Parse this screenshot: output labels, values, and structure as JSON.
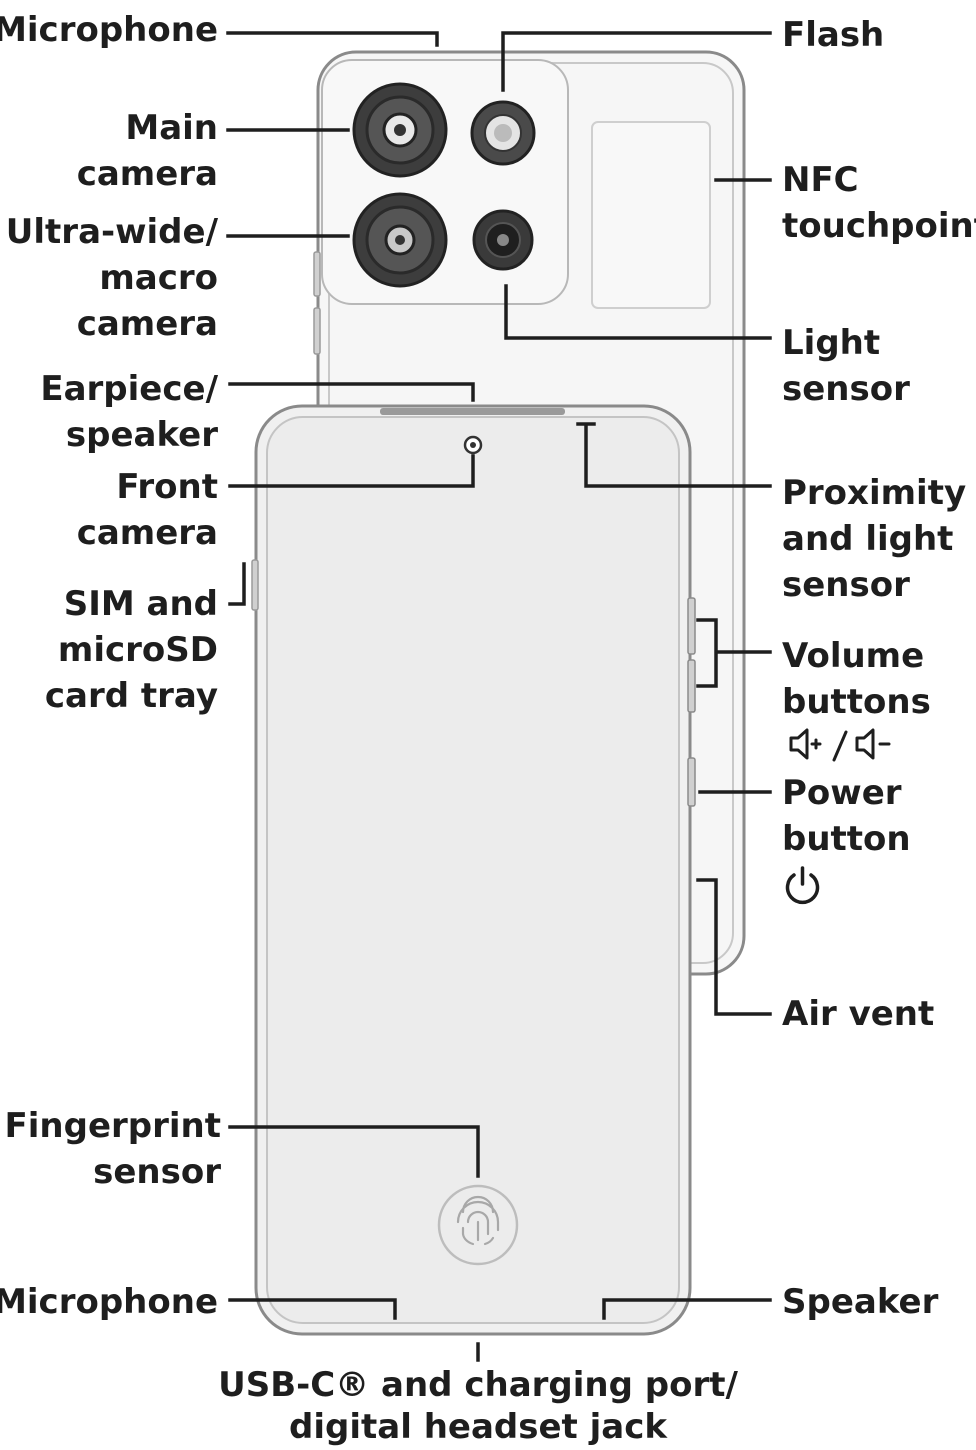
{
  "diagram": {
    "labels": {
      "microphone_top": [
        "Microphone"
      ],
      "main_camera": [
        "Main",
        "camera"
      ],
      "ultra_wide_camera": [
        "Ultra-wide/",
        "macro",
        "camera"
      ],
      "earpiece_speaker": [
        "Earpiece/",
        "speaker"
      ],
      "front_camera": [
        "Front",
        "camera"
      ],
      "sim_tray": [
        "SIM and",
        "microSD",
        "card tray"
      ],
      "fingerprint_sensor": [
        "Fingerprint",
        "sensor"
      ],
      "microphone_bottom": [
        "Microphone"
      ],
      "flash": [
        "Flash"
      ],
      "nfc_touchpoint": [
        "NFC",
        "touchpoint"
      ],
      "light_sensor": [
        "Light",
        "sensor"
      ],
      "proximity_sensor": [
        "Proximity",
        "and light",
        "sensor"
      ],
      "volume_buttons": [
        "Volume",
        "buttons"
      ],
      "power_button": [
        "Power",
        "button"
      ],
      "air_vent": [
        "Air vent"
      ],
      "speaker_bottom": [
        "Speaker"
      ],
      "usb_port": [
        "USB-C® and charging port/",
        "digital headset jack"
      ]
    },
    "icons": {
      "volume": "volume-up-down-icon",
      "power": "power-icon",
      "fingerprint": "fingerprint-icon"
    },
    "colors": {
      "line": "#1e1e1e",
      "phone_fill": "#f2f2f2",
      "phone_outline": "#9a9a9a",
      "lens": "#3a3a3a"
    }
  }
}
